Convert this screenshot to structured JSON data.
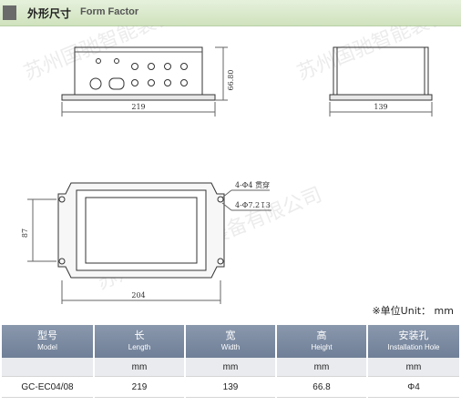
{
  "header": {
    "title_cn": "外形尺寸",
    "title_en": "Form Factor"
  },
  "drawing": {
    "front_width": "219",
    "front_height": "66.80",
    "side_width": "139",
    "bottom_width": "204",
    "bottom_height": "87",
    "hole_note_1": "4-Φ4 贯穿",
    "hole_note_2": "4-Φ7.2↧3"
  },
  "unit_note": "※单位Unit： mm",
  "watermark_text": "苏州国驰智能装备有限公司",
  "table": {
    "headers": [
      {
        "cn": "型号",
        "en": "Model"
      },
      {
        "cn": "长",
        "en": "Length"
      },
      {
        "cn": "宽",
        "en": "Width"
      },
      {
        "cn": "高",
        "en": "Height"
      },
      {
        "cn": "安装孔",
        "en": "Installation Hole"
      }
    ],
    "units": [
      "",
      "mm",
      "mm",
      "mm",
      "mm"
    ],
    "rows": [
      [
        "GC-EC04/08",
        "219",
        "139",
        "66.8",
        "Φ4"
      ]
    ]
  }
}
